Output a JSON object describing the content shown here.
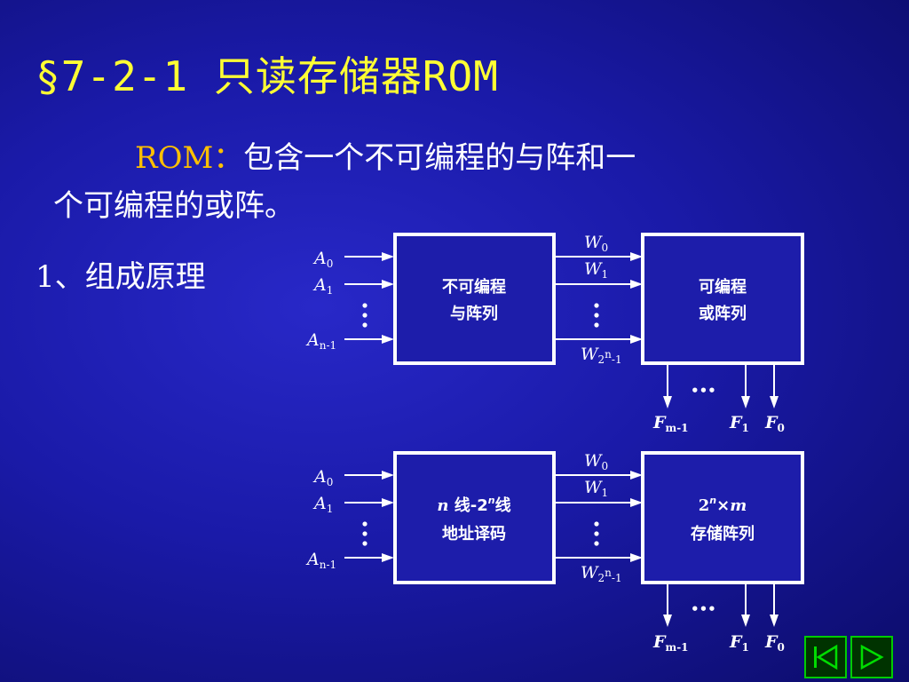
{
  "slide": {
    "title": "§7-2-1 只读存储器ROM",
    "intro_label": "ROM：",
    "intro_line1": "包含一个不可编程的与阵和一",
    "intro_line2": "个可编程的或阵。",
    "section_heading": "1、组成原理"
  },
  "diagram_top": {
    "and_array_line1": "不可编程",
    "and_array_line2": "与阵列",
    "or_array_line1": "可编程",
    "or_array_line2": "或阵列"
  },
  "diagram_bottom": {
    "decoder_n": "n",
    "decoder_mid": " 线-2",
    "decoder_sup": "n",
    "decoder_end": "线",
    "decoder_line2": "地址译码",
    "storage_base": "2",
    "storage_sup": "n",
    "storage_times": "×",
    "storage_m": "m",
    "storage_line2": "存储阵列"
  },
  "signals": {
    "A": "A",
    "A0_sub": "0",
    "A1_sub": "1",
    "An_sub": "n-1",
    "W": "W",
    "W0_sub": "0",
    "W1_sub": "1",
    "Wn_sub_base": "2",
    "Wn_sub_sup": "n",
    "Wn_sub_end": "-1",
    "F": "F",
    "Fm_sub": "m-1",
    "F1_sub": "1",
    "F0_sub": "0",
    "ellipsis": "•••"
  },
  "nav": {
    "prev": "previous-slide",
    "next": "next-slide"
  }
}
